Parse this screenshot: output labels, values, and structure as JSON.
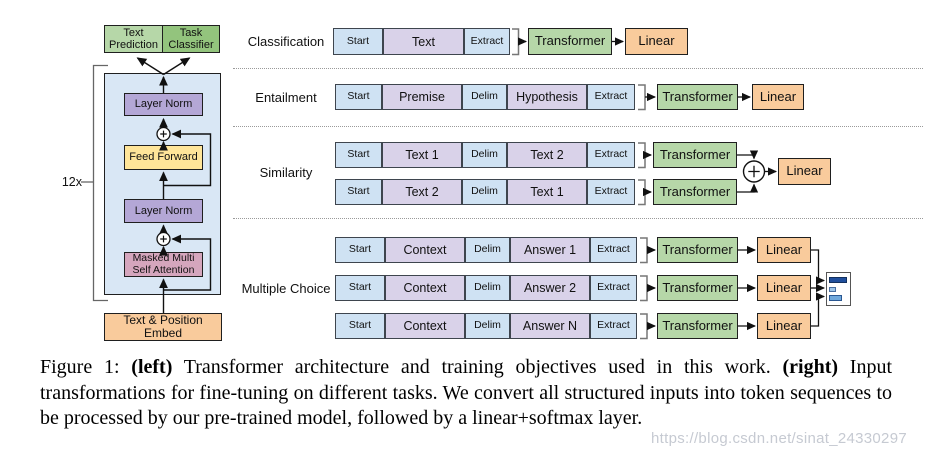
{
  "figure": {
    "left": {
      "heads": [
        {
          "label": "Text Prediction",
          "color": "#b6d7a8"
        },
        {
          "label": "Task Classifier",
          "color": "#93c47d"
        }
      ],
      "repeat_label": "12x",
      "stack": [
        {
          "label": "Layer Norm",
          "color": "#b4a7d6"
        },
        {
          "label": "Feed Forward",
          "color": "#ffe599"
        },
        {
          "label": "Layer Norm",
          "color": "#b4a7d6"
        },
        {
          "label": "Masked Multi Self Attention",
          "color": "#d5a6bd"
        }
      ],
      "embed_label": "Text & Position Embed",
      "embed_color": "#f9cb9c",
      "container_color": "#d9e7f5"
    },
    "right": {
      "sections": [
        "Classification",
        "Entailment",
        "Similarity",
        "Multiple Choice"
      ],
      "rows": [
        {
          "tokens": [
            "Start",
            "Text",
            "Extract"
          ],
          "transformer": "Transformer",
          "linear": "Linear"
        },
        {
          "tokens": [
            "Start",
            "Premise",
            "Delim",
            "Hypothesis",
            "Extract"
          ],
          "transformer": "Transformer",
          "linear": "Linear"
        },
        {
          "tokens": [
            "Start",
            "Text 1",
            "Delim",
            "Text 2",
            "Extract"
          ],
          "transformer": "Transformer"
        },
        {
          "tokens": [
            "Start",
            "Text 2",
            "Delim",
            "Text 1",
            "Extract"
          ],
          "transformer": "Transformer"
        },
        {
          "tokens": [
            "Start",
            "Context",
            "Delim",
            "Answer 1",
            "Extract"
          ],
          "transformer": "Transformer",
          "linear": "Linear"
        },
        {
          "tokens": [
            "Start",
            "Context",
            "Delim",
            "Answer 2",
            "Extract"
          ],
          "transformer": "Transformer",
          "linear": "Linear"
        },
        {
          "tokens": [
            "Start",
            "Context",
            "Delim",
            "Answer N",
            "Extract"
          ],
          "transformer": "Transformer",
          "linear": "Linear"
        }
      ],
      "similarity_linear": "Linear",
      "colors": {
        "token_special": "#cfe2f3",
        "token_content": "#d9d2e9",
        "transformer": "#b6d7a8",
        "linear": "#f9cb9c",
        "bar_dark": "#1f4e9c",
        "bar_light": "#9fc5e8",
        "bar_mid": "#6fa8dc"
      }
    }
  },
  "caption": {
    "prefix": "Figure 1: ",
    "bold_left": "(left)",
    "text_left": " Transformer architecture and training objectives used in this work. ",
    "bold_right": "(right)",
    "text_right": " Input transformations for fine-tuning on different tasks.  We convert all structured inputs into token sequences to be processed by our pre-trained model, followed by a linear+softmax layer."
  },
  "watermark": "https://blog.csdn.net/sinat_24330297"
}
